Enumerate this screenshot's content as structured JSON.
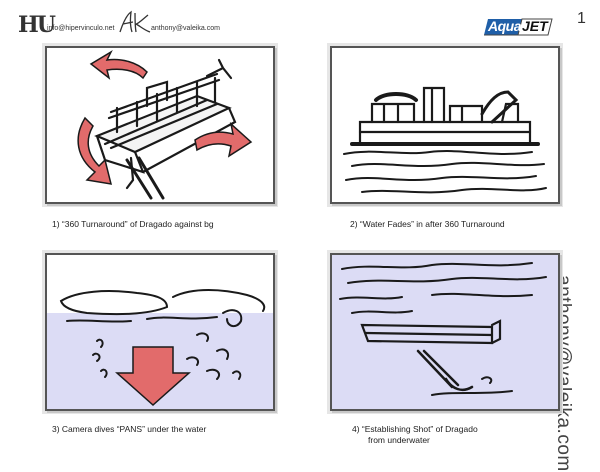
{
  "header": {
    "logo_text": "HU",
    "email_left": "info@hipervinculo.net",
    "signature_text": "AK",
    "email_right": "anthony@valeika.com",
    "brand_aqua": "Aqua",
    "brand_jet": "JET",
    "page_number": "1"
  },
  "side_email": "anthony@valeika.com",
  "frames": [
    {
      "caption": "1)  “360 Turnaround” of Dragado against bg"
    },
    {
      "caption": "2)  “Water Fades” in after 360 Turnaround"
    },
    {
      "caption": "3)  Camera dives “PANS” under the water"
    },
    {
      "caption": "4)  “Establishing Shot” of Dragado",
      "caption_line2": "from underwater"
    }
  ],
  "colors": {
    "arrow_red": "#e26b6b",
    "water_lavender": "#dcdcf5",
    "brand_blue": "#1f5fa8",
    "ink": "#1a1a1a"
  },
  "icons": [
    "hu-logo-icon",
    "signature-icon",
    "aquajet-logo-icon"
  ]
}
